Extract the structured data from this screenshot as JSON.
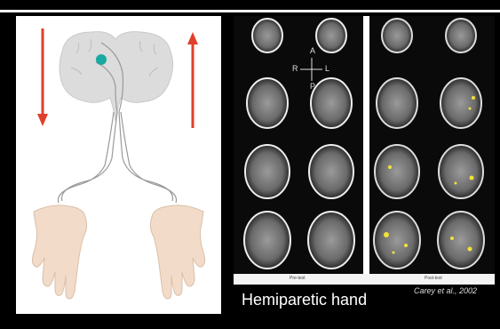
{
  "caption": "Hemiparetic hand",
  "citation": "Carey et al., 2002",
  "orientation": {
    "anterior": "A",
    "posterior": "P",
    "right": "R",
    "left": "L"
  },
  "scan_labels": {
    "left": "Pre-test",
    "right": "Post-test"
  },
  "icons": {
    "brain": "brain-illustration-icon",
    "lesion": "lesion-dot-icon",
    "down_arrow": "arrow-down-icon",
    "up_arrow": "arrow-up-icon",
    "left_hand": "left-hand-icon",
    "right_hand": "right-hand-icon"
  },
  "colors": {
    "background": "#000000",
    "arrow": "#e0402b",
    "lesion": "#1aa9a0",
    "skin": "#f2dcc9",
    "brain": "#dcdcdc",
    "activation": "#f2e23a"
  }
}
